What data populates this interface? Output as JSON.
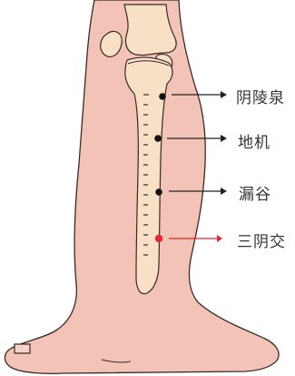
{
  "points": [
    {
      "id": "yinlingquan",
      "label": "阴陵泉",
      "highlight": false
    },
    {
      "id": "diji",
      "label": "地机",
      "highlight": false
    },
    {
      "id": "lougu",
      "label": "漏谷",
      "highlight": false
    },
    {
      "id": "sanyinjiao",
      "label": "三阴交",
      "highlight": true
    }
  ],
  "colors": {
    "skin": "#f4c3b8",
    "skin_outline": "#3a2a26",
    "bone": "#f8e0c6",
    "bone_outline": "#3a2a26",
    "point_normal": "#111111",
    "point_highlight": "#e3262f",
    "arrow_normal": "#222222",
    "arrow_highlight": "#e3262f",
    "label_text": "#333333"
  }
}
